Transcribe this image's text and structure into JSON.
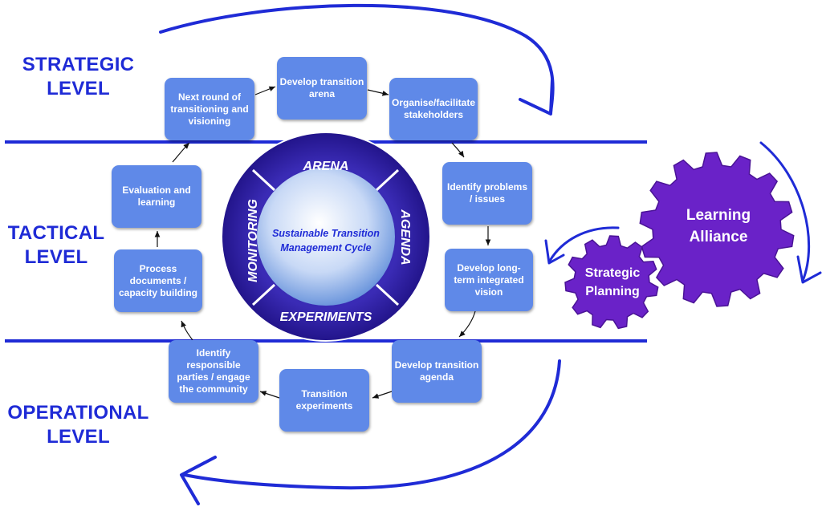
{
  "levels": {
    "strategic": "STRATEGIC LEVEL",
    "tactical": "TACTICAL LEVEL",
    "operational": "OPERATIONAL LEVEL"
  },
  "cycle": {
    "center": "Sustainable Transition Management Cycle",
    "top": "ARENA",
    "right": "AGENDA",
    "bottom": "EXPERIMENTS",
    "left": "MONITORING"
  },
  "steps": {
    "next_round": "Next round of transitioning and visioning",
    "develop_arena": "Develop transition arena",
    "organise": "Organise/facilitate stakeholders",
    "identify_problems": "Identify problems / issues",
    "develop_vision": "Develop long-term integrated vision",
    "develop_agenda": "Develop transition agenda",
    "experiments": "Transition experiments",
    "identify_parties": "Identify responsible parties / engage the community",
    "process_documents": "Process documents / capacity building",
    "evaluation": "Evaluation and learning"
  },
  "gears": {
    "large": "Learning Alliance",
    "small": "Strategic Planning"
  },
  "colors": {
    "level_text": "#1f2bd6",
    "divider": "#1f2bd6",
    "step_box": "#5f89e8",
    "ring": "#2a1a9c",
    "gear": "#6a22c8"
  }
}
